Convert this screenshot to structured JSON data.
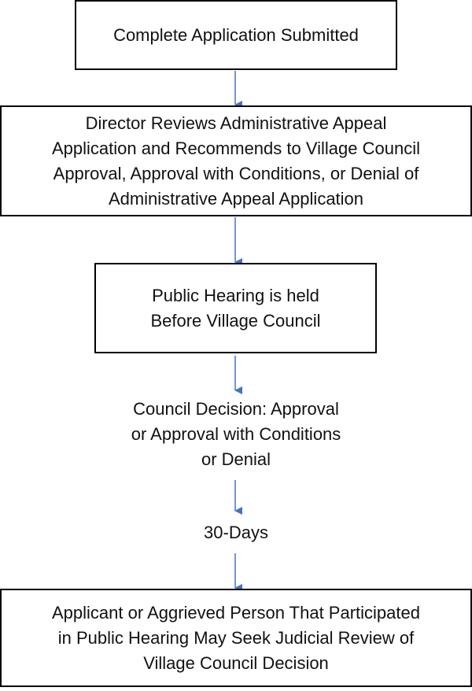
{
  "flowchart": {
    "steps": [
      {
        "id": "complete-application",
        "kind": "box",
        "text": "Complete Application Submitted"
      },
      {
        "id": "director-review",
        "kind": "box",
        "text": "Director Reviews Administrative Appeal\nApplication and Recommends to Village Council\nApproval, Approval with Conditions, or Denial of\nAdministrative Appeal Application"
      },
      {
        "id": "public-hearing",
        "kind": "box",
        "text": "Public Hearing is held\nBefore Village Council"
      },
      {
        "id": "council-decision",
        "kind": "text",
        "text": "Council Decision: Approval\nor Approval with Conditions\nor Denial"
      },
      {
        "id": "thirty-days",
        "kind": "text",
        "text": "30-Days"
      },
      {
        "id": "judicial-review",
        "kind": "box",
        "text": "Applicant or Aggrieved Person That Participated\nin Public Hearing May Seek Judicial Review of\nVillage Council Decision"
      }
    ],
    "colors": {
      "arrow": "#4472c4",
      "box_border": "#000000",
      "text": "#111111"
    }
  }
}
